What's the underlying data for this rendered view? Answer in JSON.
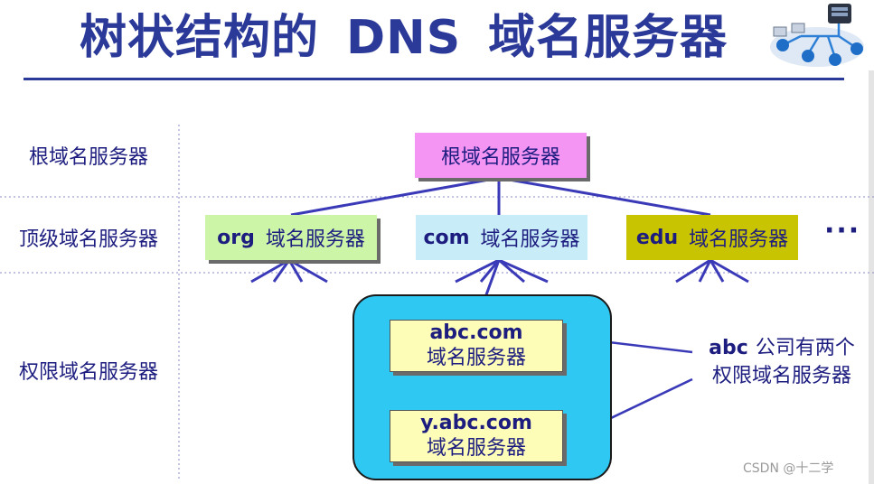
{
  "title": {
    "part1": "树状结构的",
    "part2": "DNS",
    "part3": "域名服务器"
  },
  "levels": {
    "root": "根域名服务器",
    "top": "顶级域名服务器",
    "auth": "权限域名服务器"
  },
  "nodes": {
    "root": {
      "label": "根域名服务器",
      "color": "#f495f4"
    },
    "org": {
      "prefix": "org",
      "label": "域名服务器",
      "color": "#ccf5a8"
    },
    "com": {
      "prefix": "com",
      "label": "域名服务器",
      "color": "#c8ecf8"
    },
    "edu": {
      "prefix": "edu",
      "label": "域名服务器",
      "color": "#c9c401"
    },
    "abc": {
      "line1": "abc.com",
      "line2": "域名服务器",
      "color": "#fdfdb8"
    },
    "yabc": {
      "line1": "y.abc.com",
      "line2": "域名服务器",
      "color": "#fdfdb8"
    }
  },
  "ellipsis": "···",
  "note": {
    "bold": "abc",
    "line1_rest": "公司有两个",
    "line2": "权限域名服务器"
  },
  "cluster_color": "#2ec8f2",
  "line_color": "#3a3ab8",
  "watermark": "CSDN @十二学"
}
